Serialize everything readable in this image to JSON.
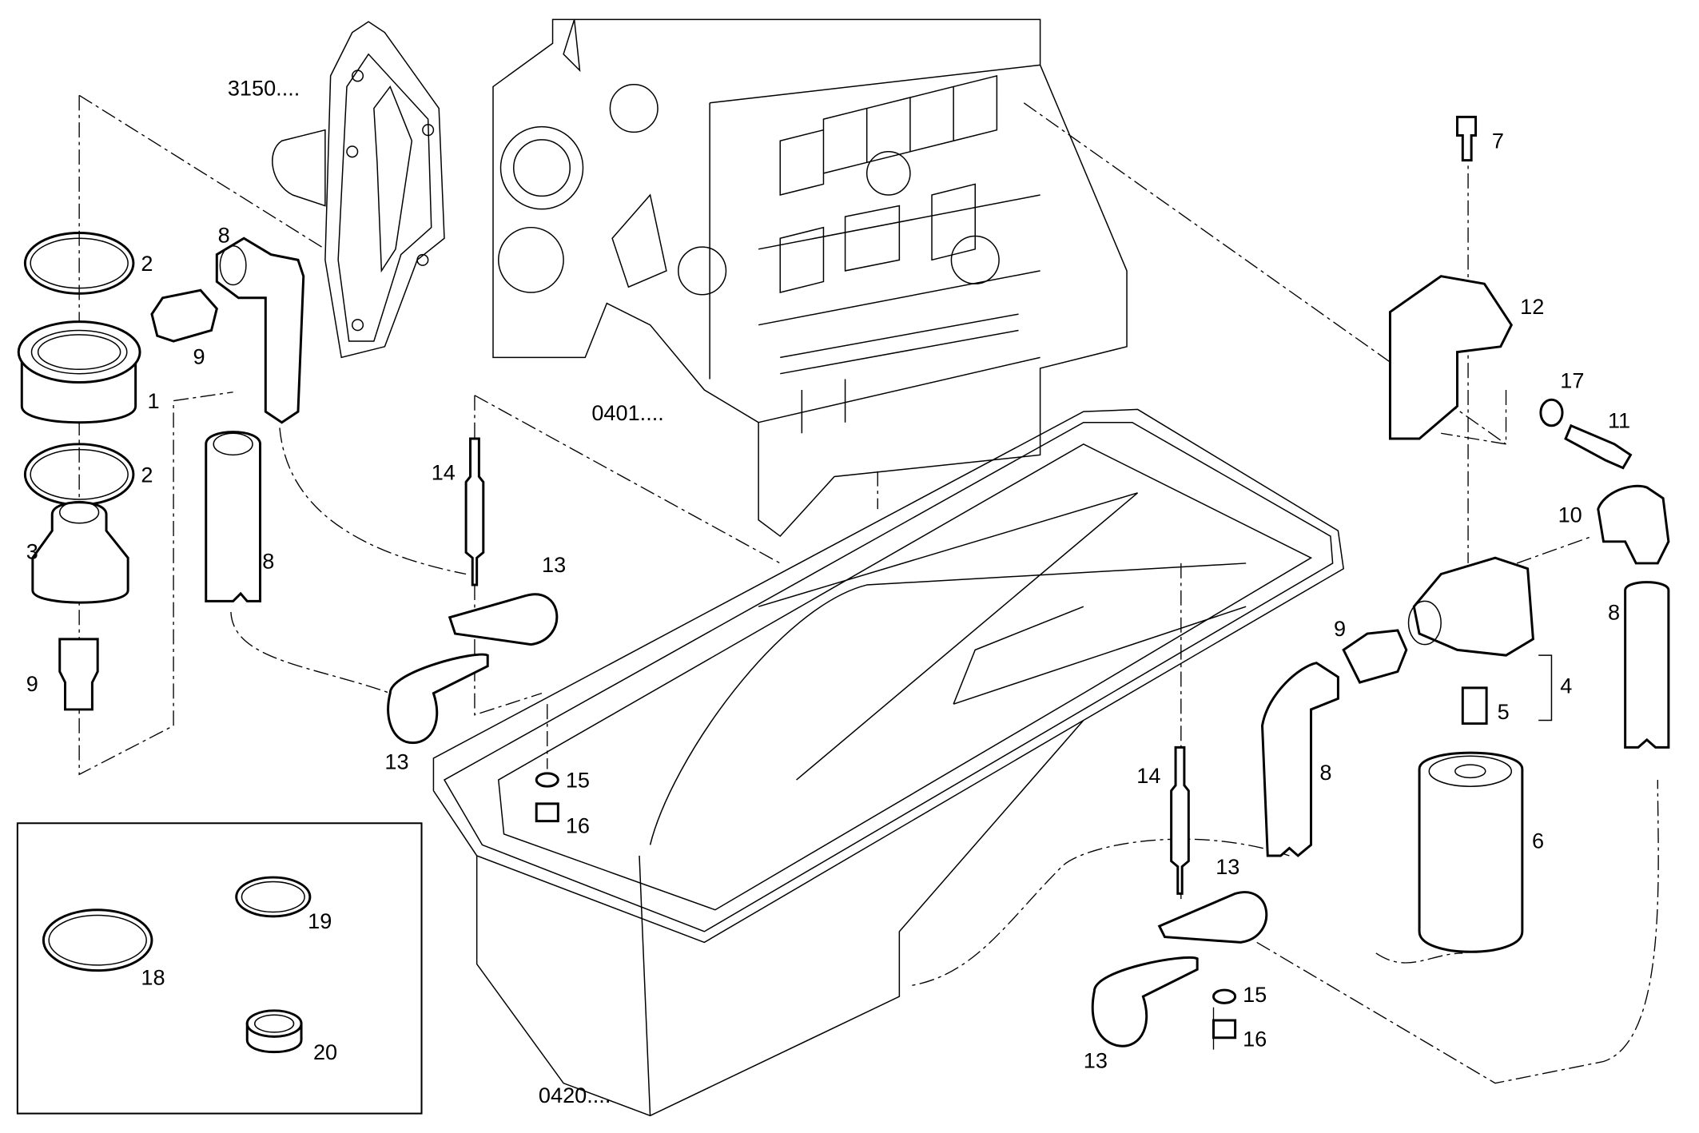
{
  "diagram": {
    "type": "exploded parts diagram",
    "line_color": "#000000",
    "background": "#ffffff",
    "references": {
      "r3150": "3150....",
      "r0401": "0401....",
      "r0420": "0420...."
    },
    "callouts": {
      "c1": "1",
      "c2a": "2",
      "c2b": "2",
      "c3": "3",
      "c4": "4",
      "c5": "5",
      "c6": "6",
      "c7": "7",
      "c8a": "8",
      "c8b": "8",
      "c8c": "8",
      "c8d": "8",
      "c9a": "9",
      "c9b": "9",
      "c9c": "9",
      "c10": "10",
      "c11": "11",
      "c12": "12",
      "c13a": "13",
      "c13b": "13",
      "c13c": "13",
      "c13d": "13",
      "c14a": "14",
      "c14b": "14",
      "c15a": "15",
      "c15b": "15",
      "c16a": "16",
      "c16b": "16",
      "c17": "17",
      "c18": "18",
      "c19": "19",
      "c20": "20"
    }
  }
}
